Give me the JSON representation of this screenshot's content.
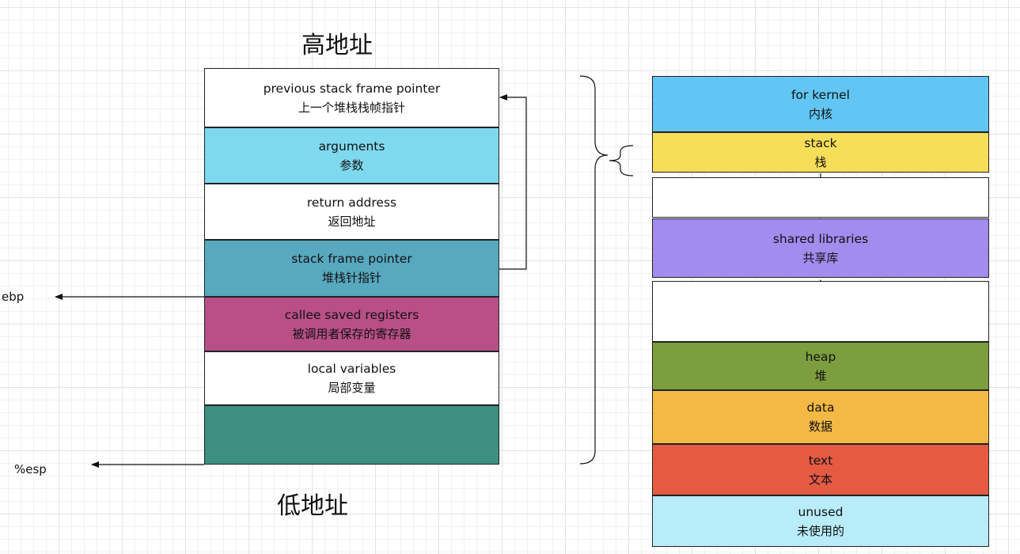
{
  "title_high": "高地址",
  "title_low": "低地址",
  "pointers": {
    "ebp": "ebp",
    "esp": "%esp"
  },
  "stack_frame": [
    {
      "en": "previous stack frame pointer",
      "zh": "上一个堆栈栈帧指针",
      "color": "#ffffff"
    },
    {
      "en": "arguments",
      "zh": "参数",
      "color": "#7fd9ee"
    },
    {
      "en": "return address",
      "zh": "返回地址",
      "color": "#ffffff"
    },
    {
      "en": "stack frame pointer",
      "zh": "堆栈针指针",
      "color": "#58a8bf"
    },
    {
      "en": "callee saved registers",
      "zh": "被调用者保存的寄存器",
      "color": "#b84f86"
    },
    {
      "en": "local variables",
      "zh": "局部变量",
      "color": "#ffffff"
    },
    {
      "en": "",
      "zh": "",
      "color": "#3e8f80"
    }
  ],
  "memory_layout": [
    {
      "en": "for kernel",
      "zh": "内核",
      "color": "#62c6f4"
    },
    {
      "en": "stack",
      "zh": "栈",
      "color": "#f6de58"
    },
    {
      "en": "",
      "zh": "",
      "color": "#ffffff"
    },
    {
      "en": "shared libraries",
      "zh": "共享库",
      "color": "#a28cee"
    },
    {
      "en": "",
      "zh": "",
      "color": "#ffffff"
    },
    {
      "en": "heap",
      "zh": "堆",
      "color": "#7d9e3e"
    },
    {
      "en": "data",
      "zh": "数据",
      "color": "#f3b944"
    },
    {
      "en": "text",
      "zh": "文本",
      "color": "#e45a43"
    },
    {
      "en": "unused",
      "zh": "未使用的",
      "color": "#b7ecf8"
    }
  ]
}
